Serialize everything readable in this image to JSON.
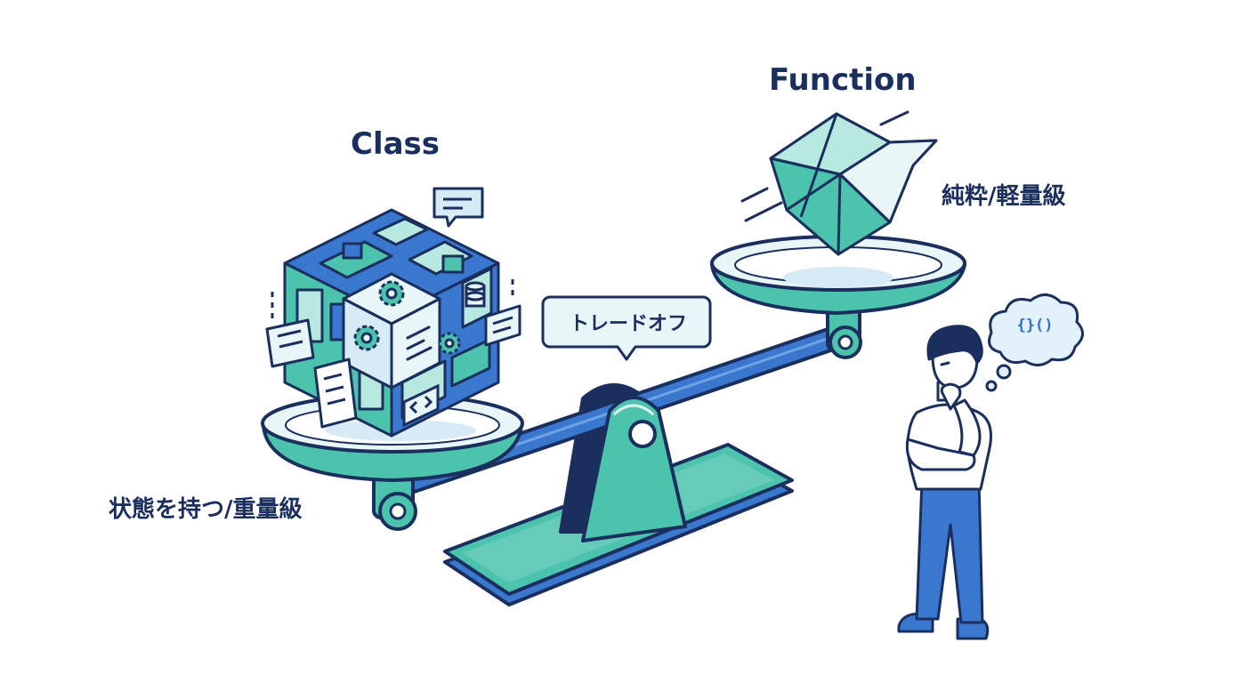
{
  "labels": {
    "class_title": "Class",
    "function_title": "Function",
    "heavy_caption": "状態を持つ/重量級",
    "light_caption": "純粋/軽量級",
    "tradeoff": "トレードオフ",
    "thought": "{}()"
  },
  "colors": {
    "outline": "#1b2f5e",
    "blue": "#3a78cf",
    "teal": "#4cc3ad",
    "light_teal": "#b8e9e0",
    "light_blue": "#d6ebf6"
  },
  "icons": [
    "gear-icon",
    "code-brackets-icon",
    "database-icon",
    "chat-bubble-icon",
    "document-icon"
  ]
}
